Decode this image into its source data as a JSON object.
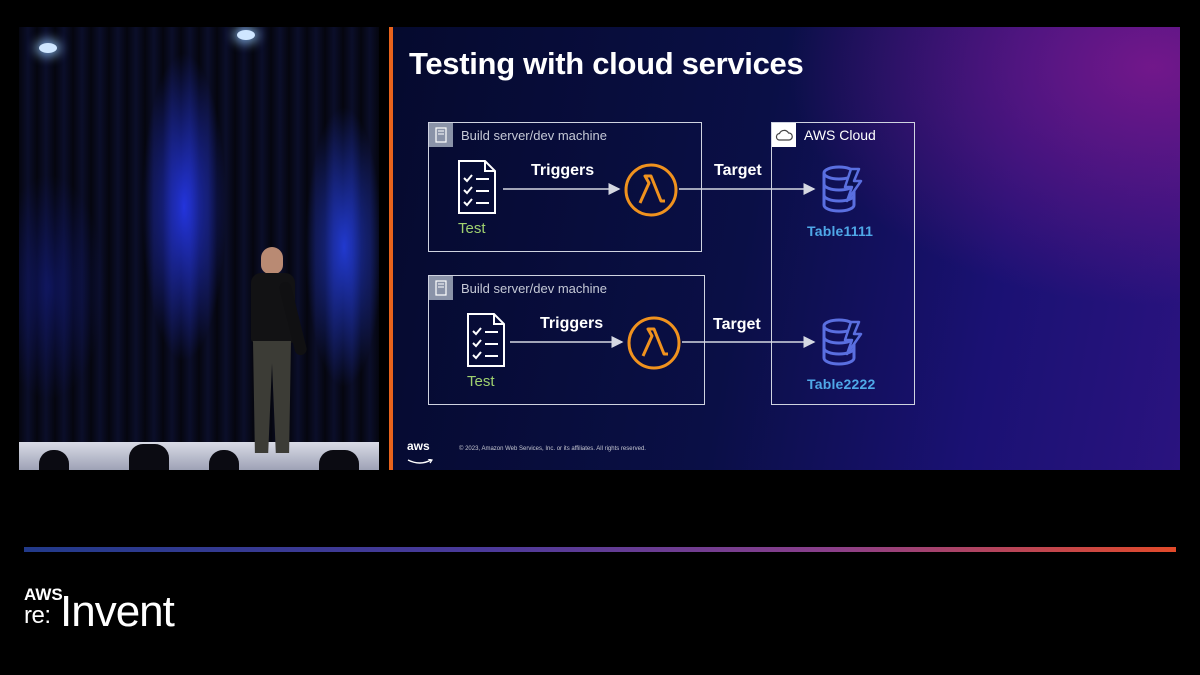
{
  "slide": {
    "title": "Testing with cloud services",
    "build_box_label": "Build server/dev machine",
    "cloud_label": "AWS Cloud",
    "rows": [
      {
        "triggers_label": "Triggers",
        "target_label": "Target",
        "test_label": "Test",
        "table_label": "Table1111"
      },
      {
        "triggers_label": "Triggers",
        "target_label": "Target",
        "test_label": "Test",
        "table_label": "Table2222"
      }
    ],
    "footer": {
      "logo_text": "aws",
      "copyright": "© 2023, Amazon Web Services, Inc. or its affiliates. All rights reserved."
    }
  },
  "brand": {
    "aws": "AWS",
    "re": "re:",
    "invent": "Invent"
  },
  "colors": {
    "divider": "#e8631c",
    "lambda": "#f0921e",
    "dynamodb": "#5a6fe0",
    "test_caption": "#9fd16f",
    "table_caption": "#4fa8e8"
  },
  "icons": {
    "box": "server-icon",
    "cloud": "cloud-icon",
    "test": "document-checklist-icon",
    "function": "lambda-icon",
    "table": "dynamodb-icon"
  }
}
